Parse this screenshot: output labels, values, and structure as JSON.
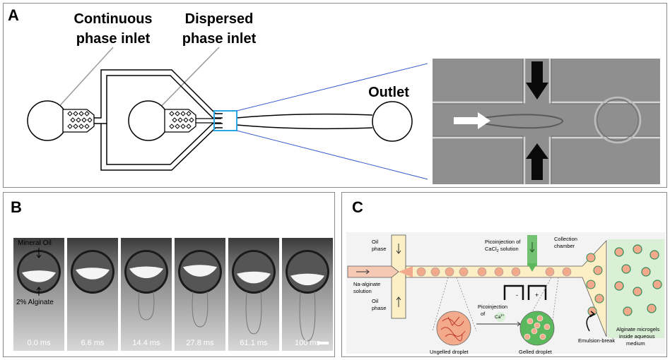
{
  "panels": {
    "a": {
      "letter": "A",
      "labels": {
        "continuous_line1": "Continuous",
        "continuous_line2": "phase inlet",
        "dispersed_line1": "Dispersed",
        "dispersed_line2": "phase inlet",
        "outlet": "Outlet"
      },
      "colors": {
        "zoom_box": "#29a8e0",
        "zoom_lines": "#3a5fcd"
      }
    },
    "b": {
      "letter": "B",
      "labels": {
        "mineral_oil": "Mineral Oil",
        "alginate": "2% Alginate"
      },
      "timestamps": [
        "0.0 ms",
        "6.6 ms",
        "14.4 ms",
        "27.8 ms",
        "61.1 ms",
        "100 ms"
      ],
      "gel_fraction": [
        0.48,
        0.55,
        0.58,
        0.62,
        0.45,
        0.4
      ]
    },
    "c": {
      "letter": "C",
      "labels": {
        "oil_phase_top_1": "Oil",
        "oil_phase_top_2": "phase",
        "na_alginate_1": "Na-alginate",
        "na_alginate_2": "solution",
        "oil_phase_bottom_1": "Oil",
        "oil_phase_bottom_2": "phase",
        "picoinjection_cacl2_1": "Picoinjection of",
        "picoinjection_cacl2_2": "CaCl",
        "picoinjection_cacl2_sub": "2",
        "picoinjection_cacl2_3": " solution",
        "collection_1": "Collection",
        "collection_2": "chamber",
        "electrode_minus": "-",
        "electrode_plus": "+",
        "picoinjection_ca_1": "Picoinjection",
        "picoinjection_ca_2": "of",
        "ca_ion": "Ca",
        "ca_sup": "2+",
        "ungelled": "Ungelled droplet",
        "gelled": "Gelled droplet",
        "emulsion_break": "Emulsion-break",
        "microgels_1": "Alginate microgels",
        "microgels_2": "inside aqueous",
        "microgels_3": "medium"
      },
      "colors": {
        "droplet": "#f2a98c",
        "oil": "#fcefc6",
        "aqueous": "#d9efd6",
        "inject": "#5cb85c"
      }
    }
  }
}
